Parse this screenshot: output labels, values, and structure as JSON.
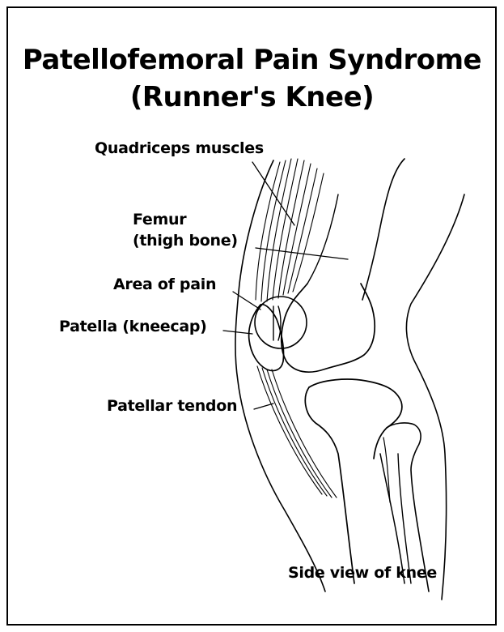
{
  "title": {
    "line1": "Patellofemoral Pain Syndrome",
    "line2": "(Runner's Knee)"
  },
  "labels": {
    "quadriceps": "Quadriceps muscles",
    "femur_line1": "Femur",
    "femur_line2": "(thigh bone)",
    "area_of_pain": "Area of pain",
    "patella": "Patella (kneecap)",
    "patellar_tendon": "Patellar tendon",
    "caption": "Side view of knee"
  },
  "colors": {
    "ink": "#000000",
    "background": "#ffffff"
  }
}
